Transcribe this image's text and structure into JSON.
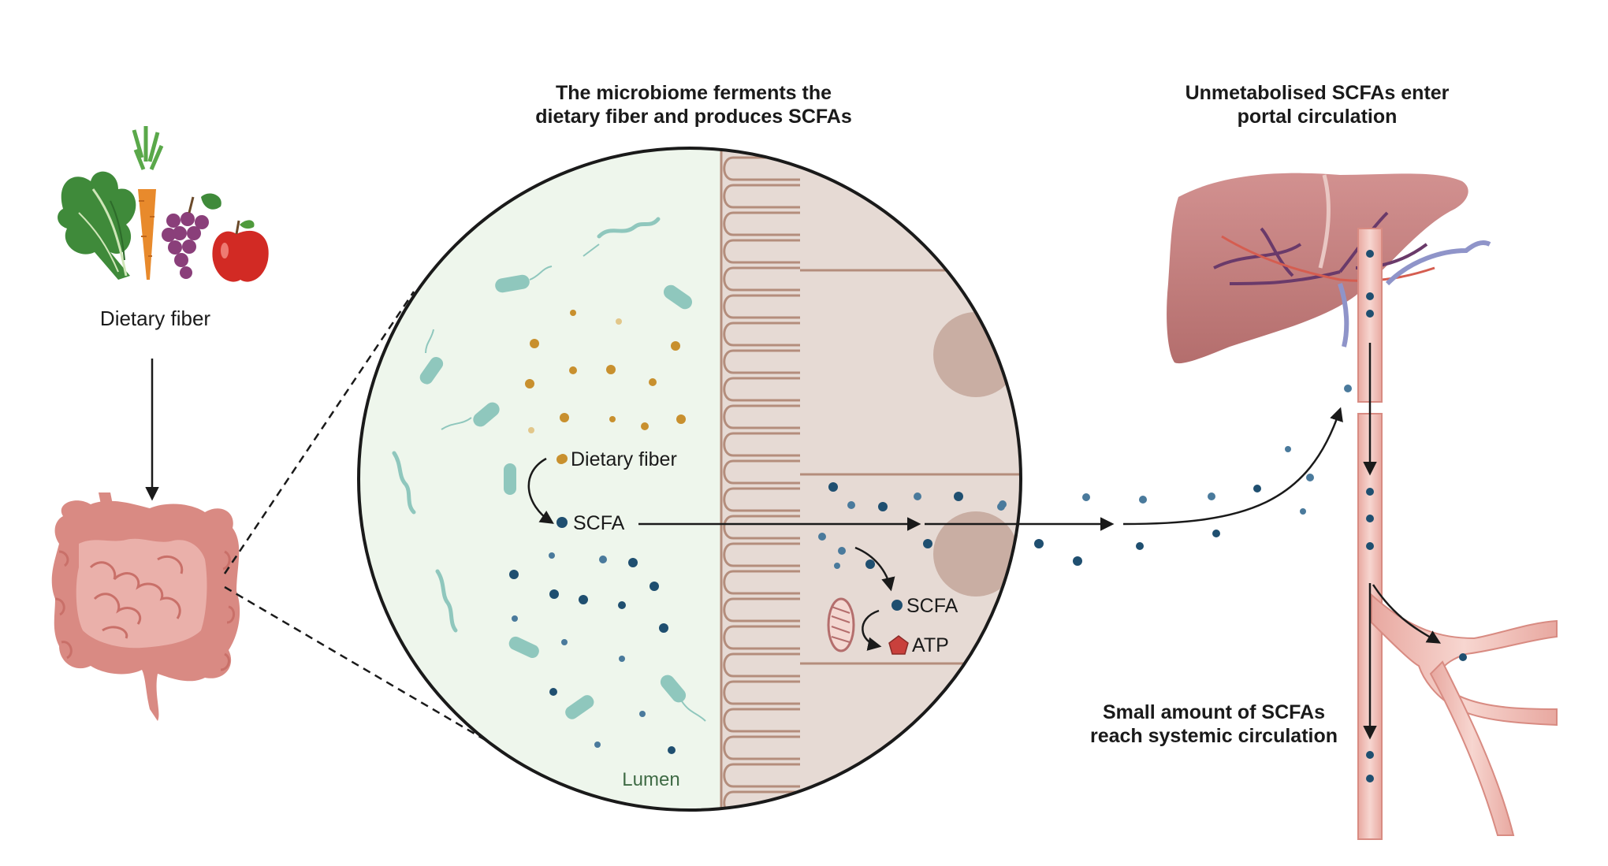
{
  "food": {
    "label": "Dietary fiber"
  },
  "zoom": {
    "title_line1": "The microbiome ferments the",
    "title_line2": "dietary fiber and produces SCFAs",
    "fiber_label": "Dietary fiber",
    "scfa_label": "SCFA",
    "cell_scfa_label": "SCFA",
    "atp_label": "ATP",
    "lumen_label": "Lumen"
  },
  "portal": {
    "title_line1": "Unmetabolised SCFAs enter",
    "title_line2": "portal circulation"
  },
  "systemic": {
    "title_line1": "Small amount of SCFAs",
    "title_line2": "reach systemic circulation"
  },
  "colors": {
    "fiber_dot": "#c8902e",
    "scfa_dot": "#1f4f70",
    "lumen_bg": "#eef6ec",
    "tissue_bg": "#e6dad4",
    "bacteria": "#8fc7bd",
    "liver": "#c57f7e",
    "vessel": "#f0c3bb",
    "atp": "#c9403c"
  }
}
